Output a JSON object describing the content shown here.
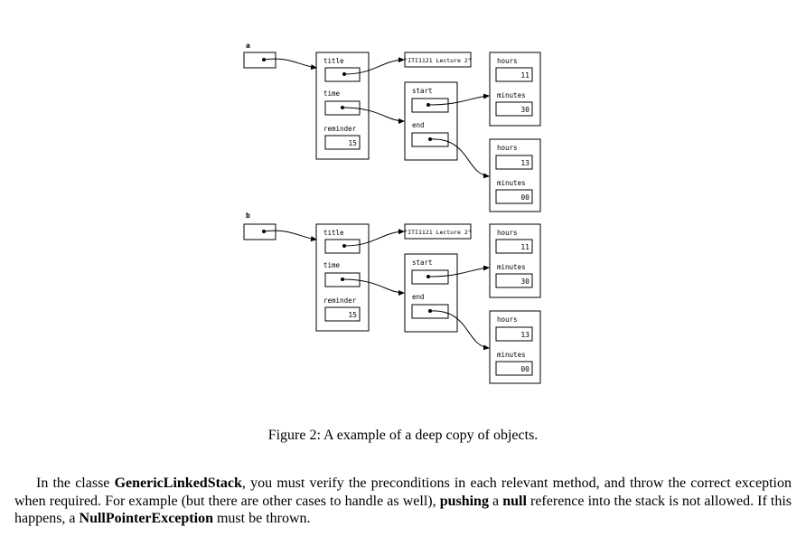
{
  "figure": {
    "diagrams": [
      {
        "var_label": "a",
        "event": {
          "title_label": "title",
          "time_label": "time",
          "reminder_label": "reminder",
          "reminder_value": "15"
        },
        "string_value": "\"ITI1121 Lecture 2\"",
        "period": {
          "start_label": "start",
          "end_label": "end"
        },
        "start_time": {
          "hours_label": "hours",
          "hours_value": "11",
          "minutes_label": "minutes",
          "minutes_value": "30"
        },
        "end_time": {
          "hours_label": "hours",
          "hours_value": "13",
          "minutes_label": "minutes",
          "minutes_value": "00"
        }
      },
      {
        "var_label": "b",
        "event": {
          "title_label": "title",
          "time_label": "time",
          "reminder_label": "reminder",
          "reminder_value": "15"
        },
        "string_value": "\"ITI1121 Lecture 2\"",
        "period": {
          "start_label": "start",
          "end_label": "end"
        },
        "start_time": {
          "hours_label": "hours",
          "hours_value": "11",
          "minutes_label": "minutes",
          "minutes_value": "30"
        },
        "end_time": {
          "hours_label": "hours",
          "hours_value": "13",
          "minutes_label": "minutes",
          "minutes_value": "00"
        }
      }
    ],
    "caption": "Figure 2: A example of a deep copy of objects."
  },
  "paragraph": {
    "p1": "In the classe ",
    "b1": "GenericLinkedStack",
    "p2": ", you must verify the preconditions in each relevant method, and throw the correct exception when required. For example (but there are other cases to handle as well), ",
    "b2": "pushing",
    "p3": " a ",
    "b3": "null",
    "p4": " reference into the stack is not allowed. If this happens, a ",
    "b4": "NullPointerException",
    "p5": " must be thrown."
  }
}
